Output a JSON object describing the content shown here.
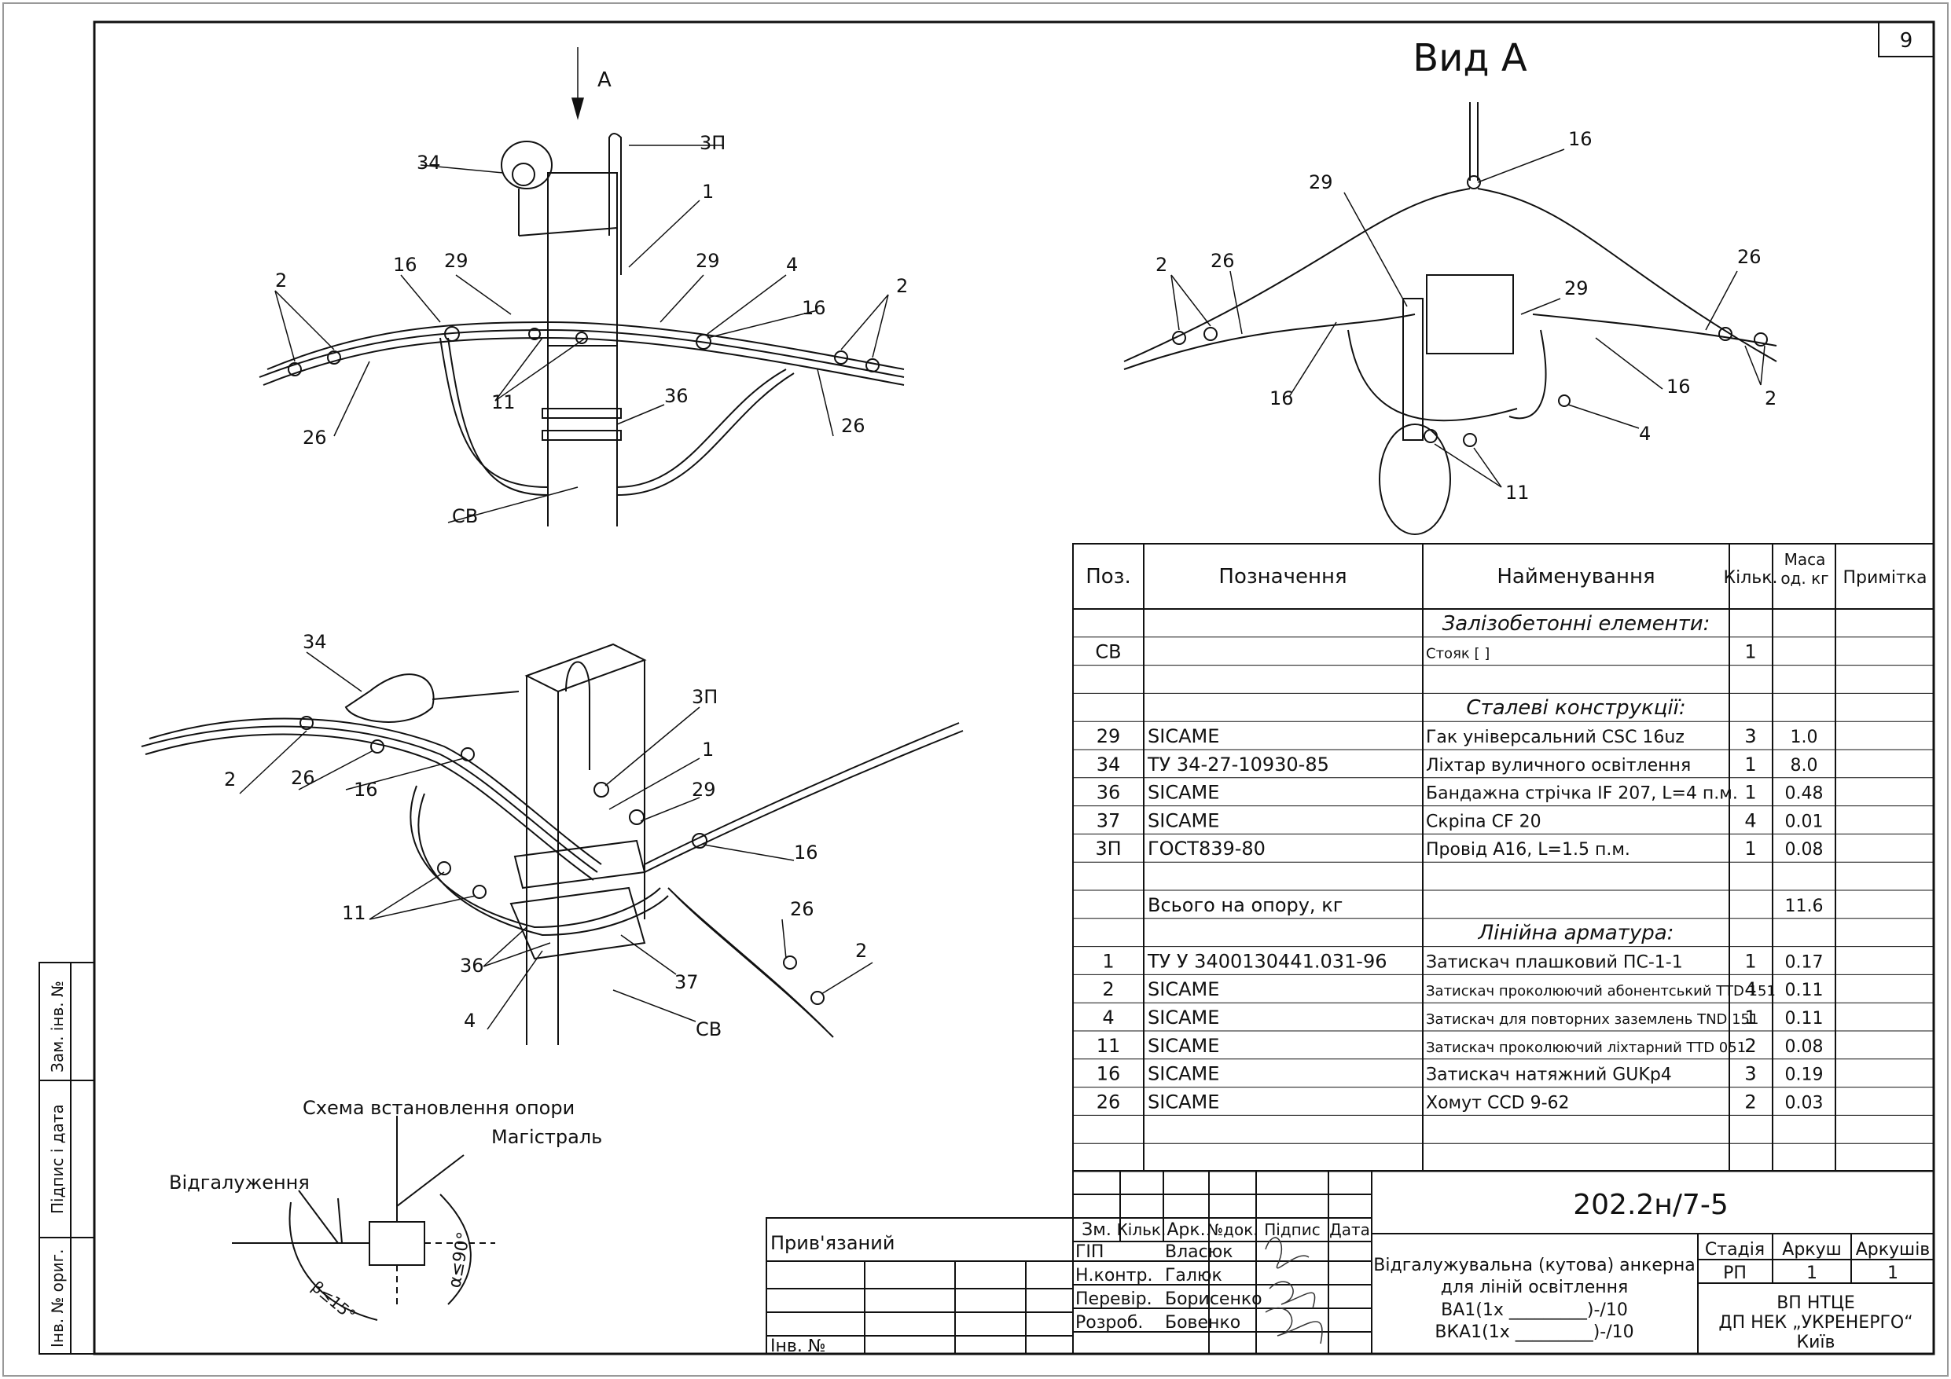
{
  "page": {
    "sheet_number": "9"
  },
  "views": {
    "view_a_title": "Вид А",
    "arrow_label": "А"
  },
  "top_left_callouts": {
    "c34": "34",
    "c3p": "3П",
    "c1": "1",
    "c29a": "29",
    "c29b": "29",
    "c4": "4",
    "c16a": "16",
    "c16b": "16",
    "c2a": "2",
    "c2b": "2",
    "c11": "11",
    "c36": "36",
    "c26a": "26",
    "c26b": "26",
    "cCB": "СВ"
  },
  "top_right_callouts": {
    "c16a": "16",
    "c29a": "29",
    "c2a": "2",
    "c26a": "26",
    "c26b": "26",
    "c29b": "29",
    "c16b": "16",
    "c16c": "16",
    "c2b": "2",
    "c4": "4",
    "c11": "11"
  },
  "bottom_left_callouts": {
    "c34": "34",
    "c3p": "3П",
    "c1": "1",
    "c29": "29",
    "c2a": "2",
    "c26a": "26",
    "c16a": "16",
    "c16b": "16",
    "c11": "11",
    "c26b": "26",
    "c2b": "2",
    "c36": "36",
    "c37": "37",
    "c4": "4",
    "cCB": "СВ"
  },
  "scheme": {
    "title": "Схема встановлення опори",
    "main_line": "Магістраль",
    "branch": "Відгалуження",
    "alpha": "α≤90°",
    "beta": "β≤15°"
  },
  "spec_table": {
    "headers": {
      "pos": "Поз.",
      "designation": "Позначення",
      "name": "Найменування",
      "qty": "Кільк.",
      "mass": "Маса од. кг",
      "note": "Примітка"
    },
    "rows": [
      {
        "pos": "",
        "designation": "",
        "name": "Залізобетонні елементи:",
        "qty": "",
        "mass": "",
        "section": true
      },
      {
        "pos": "СВ",
        "designation": "",
        "name": "Стояк [                                  ]",
        "qty": "1",
        "mass": ""
      },
      {
        "pos": "",
        "designation": "",
        "name": "",
        "qty": "",
        "mass": ""
      },
      {
        "pos": "",
        "designation": "",
        "name": "Сталеві конструкції:",
        "qty": "",
        "mass": "",
        "section": true
      },
      {
        "pos": "29",
        "designation": "SICAME",
        "name": "Гак універсальний CSC 16uz",
        "qty": "3",
        "mass": "1.0"
      },
      {
        "pos": "34",
        "designation": "ТУ 34-27-10930-85",
        "name": "Ліхтар вуличного освітлення",
        "qty": "1",
        "mass": "8.0"
      },
      {
        "pos": "36",
        "designation": "SICAME",
        "name": "Бандажна стрічка IF 207, L=4 п.м.",
        "qty": "1",
        "mass": "0.48"
      },
      {
        "pos": "37",
        "designation": "SICAME",
        "name": "Скріпа CF 20",
        "qty": "4",
        "mass": "0.01"
      },
      {
        "pos": "3П",
        "designation": "ГОСТ839-80",
        "name": "Провід А16, L=1.5 п.м.",
        "qty": "1",
        "mass": "0.08"
      },
      {
        "pos": "",
        "designation": "",
        "name": "",
        "qty": "",
        "mass": ""
      },
      {
        "pos": "",
        "designation": "Всього на опору, кг",
        "name": "",
        "qty": "",
        "mass": "11.6"
      },
      {
        "pos": "",
        "designation": "",
        "name": "Лінійна арматура:",
        "qty": "",
        "mass": "",
        "section": true
      },
      {
        "pos": "1",
        "designation": "ТУ У 3400130441.031-96",
        "name": "Затискач плашковий ПС-1-1",
        "qty": "1",
        "mass": "0.17"
      },
      {
        "pos": "2",
        "designation": "SICAME",
        "name": "Затискач проколюючий абонентський TTD 151",
        "qty": "4",
        "mass": "0.11"
      },
      {
        "pos": "4",
        "designation": "SICAME",
        "name": "Затискач для повторних заземлень TND 151",
        "qty": "1",
        "mass": "0.11"
      },
      {
        "pos": "11",
        "designation": "SICAME",
        "name": "Затискач проколюючий ліхтарний TTD 051",
        "qty": "2",
        "mass": "0.08"
      },
      {
        "pos": "16",
        "designation": "SICAME",
        "name": "Затискач натяжний GUKр4",
        "qty": "3",
        "mass": "0.19"
      },
      {
        "pos": "26",
        "designation": "SICAME",
        "name": "Хомут CCD 9-62",
        "qty": "2",
        "mass": "0.03"
      },
      {
        "pos": "",
        "designation": "",
        "name": "",
        "qty": "",
        "mass": ""
      },
      {
        "pos": "",
        "designation": "",
        "name": "",
        "qty": "",
        "mass": ""
      }
    ]
  },
  "title_block": {
    "drawing_code": "202.2н/7-5",
    "title_line1": "Відгалужувальна (кутова) анкерна",
    "title_line2": "для ліній освітлення",
    "title_line3": "ВА1(1х _________)-/10",
    "title_line4": "ВКА1(1х _________)-/10",
    "hdr_zm": "Зм.",
    "hdr_kilk": "Кільк.",
    "hdr_ark": "Арк.",
    "hdr_ndok": "№док.",
    "hdr_pidpys": "Підпис",
    "hdr_data": "Дата",
    "roles": [
      {
        "role": "ГІП",
        "name": "Власюк"
      },
      {
        "role": "Н.контр.",
        "name": "Галюк"
      },
      {
        "role": "Перевір.",
        "name": "Борисенко"
      },
      {
        "role": "Розроб.",
        "name": "Бовенко"
      }
    ],
    "stage_label": "Стадія",
    "stage": "РП",
    "sheet_label": "Аркуш",
    "sheet": "1",
    "sheets_label": "Аркушів",
    "sheets": "1",
    "org_line1": "ВП НТЦЕ",
    "org_line2": "ДП НЕК „УКРЕНЕРГО“",
    "org_line3": "Київ",
    "linked": "Прив'язаний",
    "inv_no": "Інв. №"
  },
  "side_stamp": {
    "zam_inv": "Зам. інв. №",
    "pidpys_data": "Підпис і дата",
    "inv_orig": "Інв. № ориг."
  }
}
